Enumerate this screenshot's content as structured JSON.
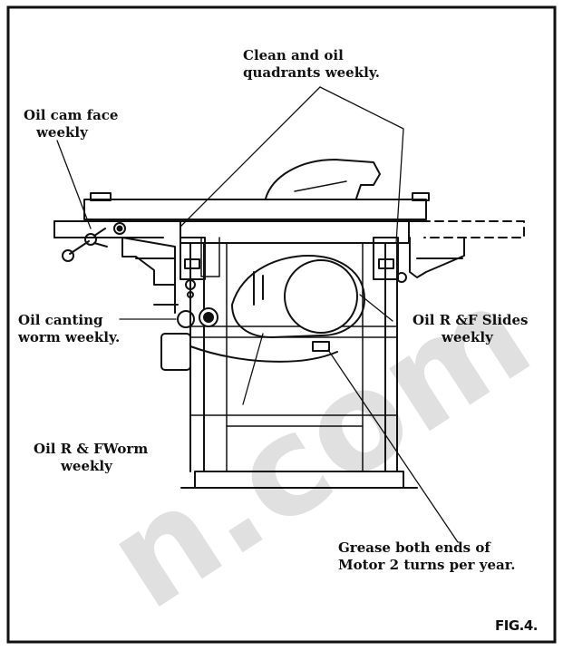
{
  "colors": {
    "ink": "#111111",
    "paper": "#ffffff"
  },
  "callouts": {
    "clean_quadrants": [
      "Clean and oil",
      "quadrants weekly."
    ],
    "cam_face": [
      "Oil cam face",
      "weekly"
    ],
    "canting_worm": [
      "Oil canting",
      "worm weekly."
    ],
    "rf_slides": [
      "Oil R &F Slides",
      "weekly"
    ],
    "rf_worm": [
      "Oil R & FWorm",
      "weekly"
    ],
    "grease_motor": [
      "Grease both ends of",
      "Motor 2 turns per year."
    ]
  },
  "figure_label": "FIG.4.",
  "watermark": "n.com"
}
